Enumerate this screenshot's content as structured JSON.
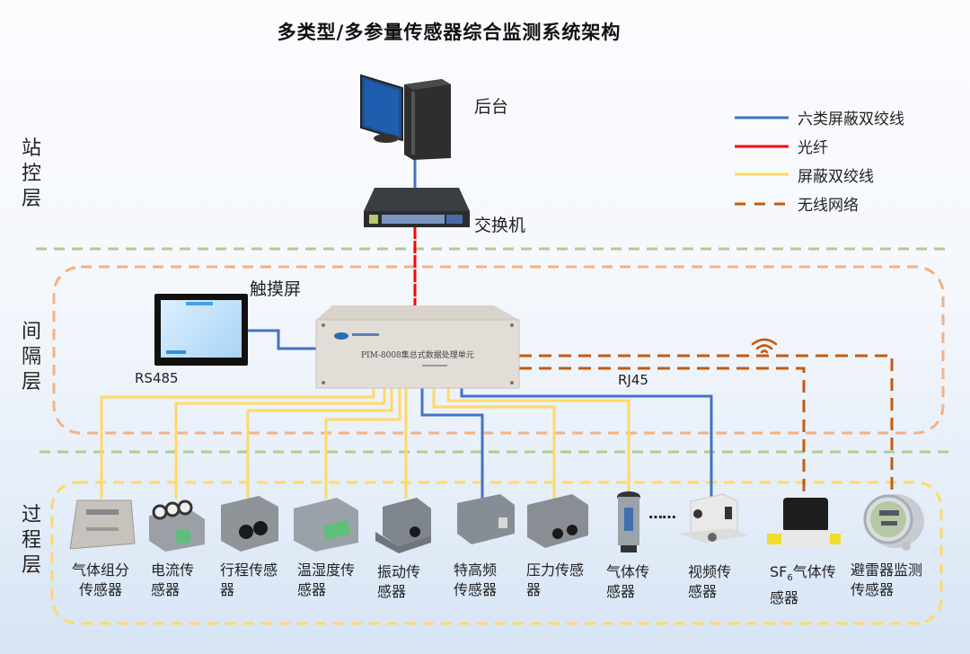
{
  "title": "多类型/多参量传感器综合监测系统架构",
  "layers": [
    {
      "id": "station",
      "label": "站控层"
    },
    {
      "id": "bay",
      "label": "间隔层"
    },
    {
      "id": "process",
      "label": "过程层"
    }
  ],
  "legend": [
    {
      "label": "六类屏蔽双绞线",
      "color": "#4472c4",
      "style": "solid"
    },
    {
      "label": "光纤",
      "color": "#ff0000",
      "style": "solid"
    },
    {
      "label": "屏蔽双绞线",
      "color": "#ffd966",
      "style": "solid"
    },
    {
      "label": "无线网络",
      "color": "#c55a11",
      "style": "dashed"
    }
  ],
  "devices": {
    "backend": {
      "label": "后台"
    },
    "switch": {
      "label": "交换机"
    },
    "touchscreen": {
      "label": "触摸屏"
    },
    "unit": {
      "label": "PIM-8008集总式数据处理单元"
    }
  },
  "ports": {
    "rs485": "RS485",
    "rj45": "RJ45"
  },
  "sensors": [
    {
      "line1": "气体组分",
      "line2": "传感器",
      "link": "shielded"
    },
    {
      "line1": "电流传",
      "line2": "感器",
      "link": "shielded"
    },
    {
      "line1": "行程传感",
      "line2": "器",
      "link": "shielded"
    },
    {
      "line1": "温湿度传",
      "line2": "感器",
      "link": "shielded"
    },
    {
      "line1": "振动传",
      "line2": "感器",
      "link": "shielded"
    },
    {
      "line1": "特高频",
      "line2": "传感器",
      "link": "cat6"
    },
    {
      "line1": "压力传感",
      "line2": "器",
      "link": "shielded"
    },
    {
      "line1": "气体传",
      "line2": "感器",
      "link": "shielded"
    },
    {
      "line1": "视频传",
      "line2": "感器",
      "link": "cat6"
    },
    {
      "line1_pre": "SF",
      "line1_sub": "6",
      "line1": "气体传",
      "line2": "感器",
      "link": "wireless"
    },
    {
      "line1": "避雷器监测",
      "line2": "传感器",
      "link": "wireless"
    }
  ],
  "ellipsis": "……",
  "colors": {
    "cat6": "#4472c4",
    "fiber": "#ff0000",
    "shielded": "#ffd966",
    "wireless": "#c55a11",
    "layer_divider": "#a9d18e",
    "bay_frame": "#f4b183",
    "process_frame": "#ffd966"
  }
}
